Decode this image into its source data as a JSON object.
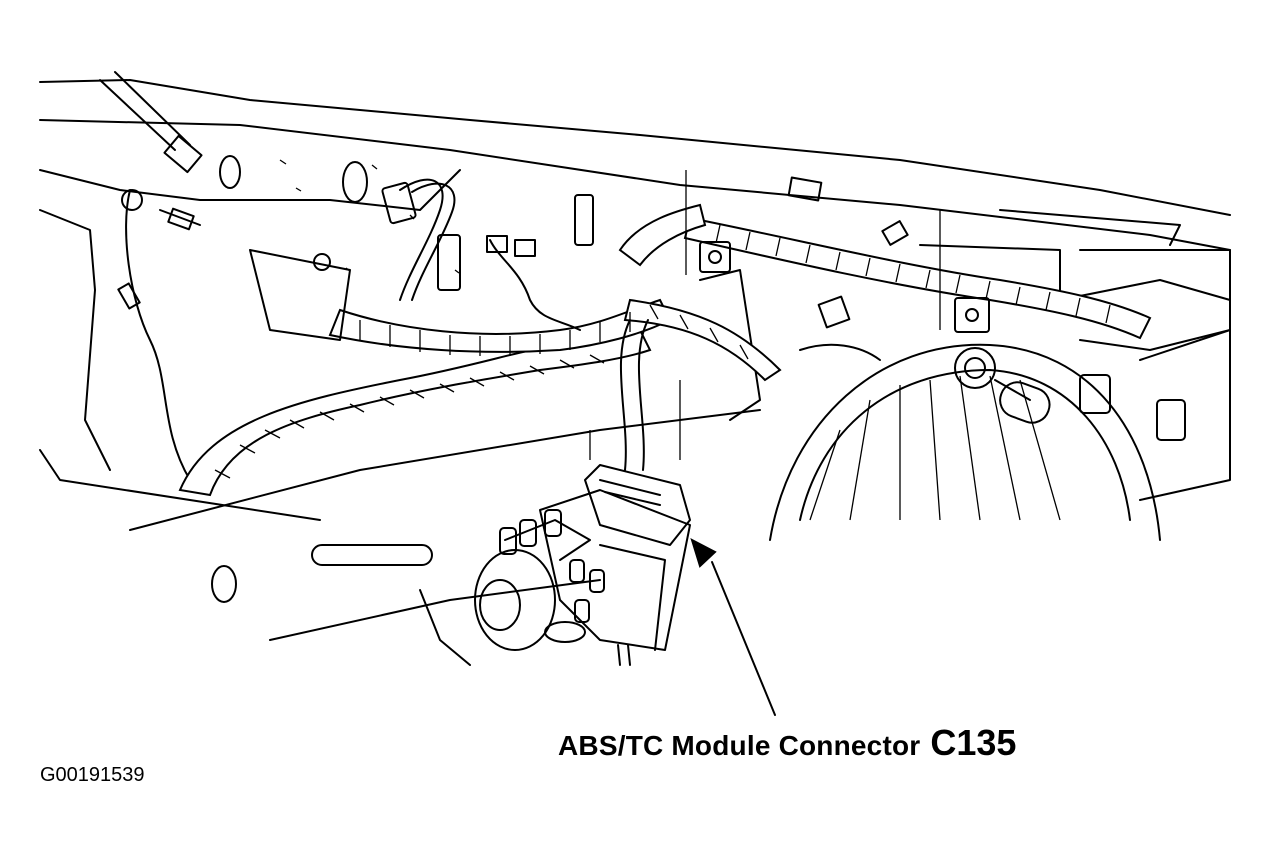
{
  "callout": {
    "label": "ABS/TC  Module Connector",
    "code": "C135"
  },
  "figure_id": "G00191539"
}
